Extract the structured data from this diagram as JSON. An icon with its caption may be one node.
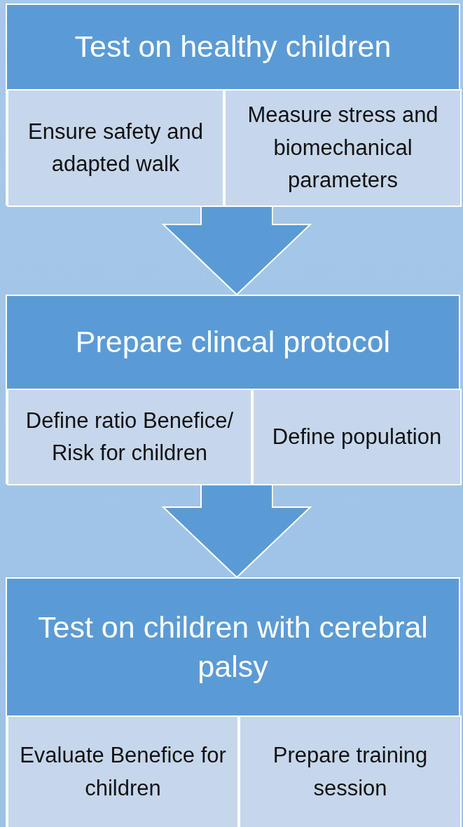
{
  "diagram": {
    "nodes": [
      {
        "text": [
          "Test on healthy children"
        ]
      },
      {
        "text": [
          "Ensure safety and adapted walk"
        ],
        "in": 0
      },
      {
        "text": [
          "Measure stress and biomechanical parameters"
        ],
        "in": 0
      },
      {
        "text": [
          "Prepare clincal protocol"
        ]
      },
      {
        "text": [
          "Define ratio Benefice/ Risk for children"
        ],
        "in": 3
      },
      {
        "text": [
          "Define population"
        ],
        "in": 3
      },
      {
        "text": [
          "Test on children with cerebral palsy"
        ]
      },
      {
        "text": [
          "Evaluate Benefice for children"
        ],
        "in": 6
      },
      {
        "text": [
          "Prepare training session"
        ],
        "in": 6
      }
    ],
    "edges": [
      {
        "from": 0,
        "to": 3,
        "arrow": "to"
      },
      {
        "from": 3,
        "to": 6,
        "arrow": "to"
      }
    ]
  }
}
